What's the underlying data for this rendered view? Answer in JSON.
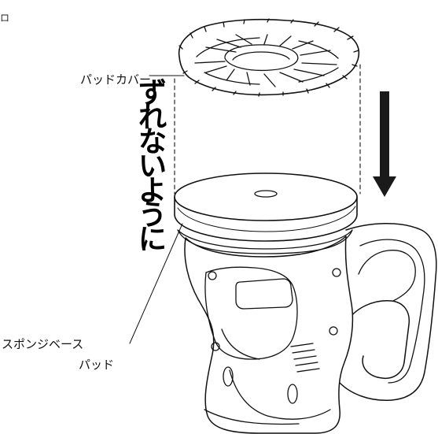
{
  "labels": {
    "pad_cover": "パッドカバー",
    "sponge_base_line1": "スポンジベース",
    "sponge_base_line2": "パッド",
    "notice_vertical": "ずれないように",
    "corner_mark": "ロ"
  },
  "icons": {
    "direction_arrow": "arrow-down-icon"
  },
  "colors": {
    "line": "#111111",
    "arrow": "#1a1a1a",
    "background": "#ffffff"
  }
}
